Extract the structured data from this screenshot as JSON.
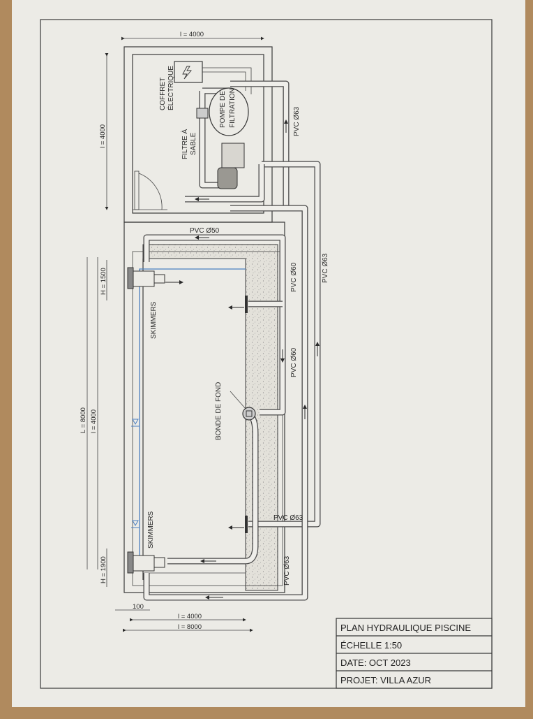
{
  "drawing": {
    "equipment_room": {
      "width_dim": "l = 4000",
      "height_dim": "l = 4000",
      "electrical_box_label": [
        "COFFRET",
        "ÉLECTRIQUE"
      ],
      "pump_label": [
        "POMPE DE",
        "FILTRATION"
      ],
      "filter_label": [
        "FILTRE À",
        "SABLE"
      ]
    },
    "pipes": {
      "supply_top": "PVC Ø63",
      "skimmer_line": "PVC Ø50",
      "return_upper": "PVC Ø60",
      "main_return": "PVC Ø63",
      "drain_line": "PVC Ø60",
      "return_lower": "PVC Ø63",
      "skimmer_bottom_line": "PVC Ø63"
    },
    "pool": {
      "skimmer_top_label": "SKIMMERS",
      "skimmer_bottom_label": "SKIMMERS",
      "main_drain_label": "BONDE DE FOND",
      "length_dim": "L = 8000",
      "inner_length_dim": "l = 4000",
      "skimmer_top_height": "H = 1500",
      "skimmer_bottom_height": "H = 1900",
      "offset_dim": "100",
      "width_inner_dim": "l = 4000",
      "width_outer_dim": "l = 8000"
    }
  },
  "title_block": {
    "title": "PLAN HYDRAULIQUE PISCINE",
    "scale": "ÉCHELLE 1:50",
    "date": "DATE: OCT 2023",
    "project": "PROJET: VILLA AZUR"
  },
  "colors": {
    "paper": "#ecebe6",
    "water_line": "#4a7fc0",
    "ink": "#3a3a3a",
    "wood": "#b08a5e"
  }
}
